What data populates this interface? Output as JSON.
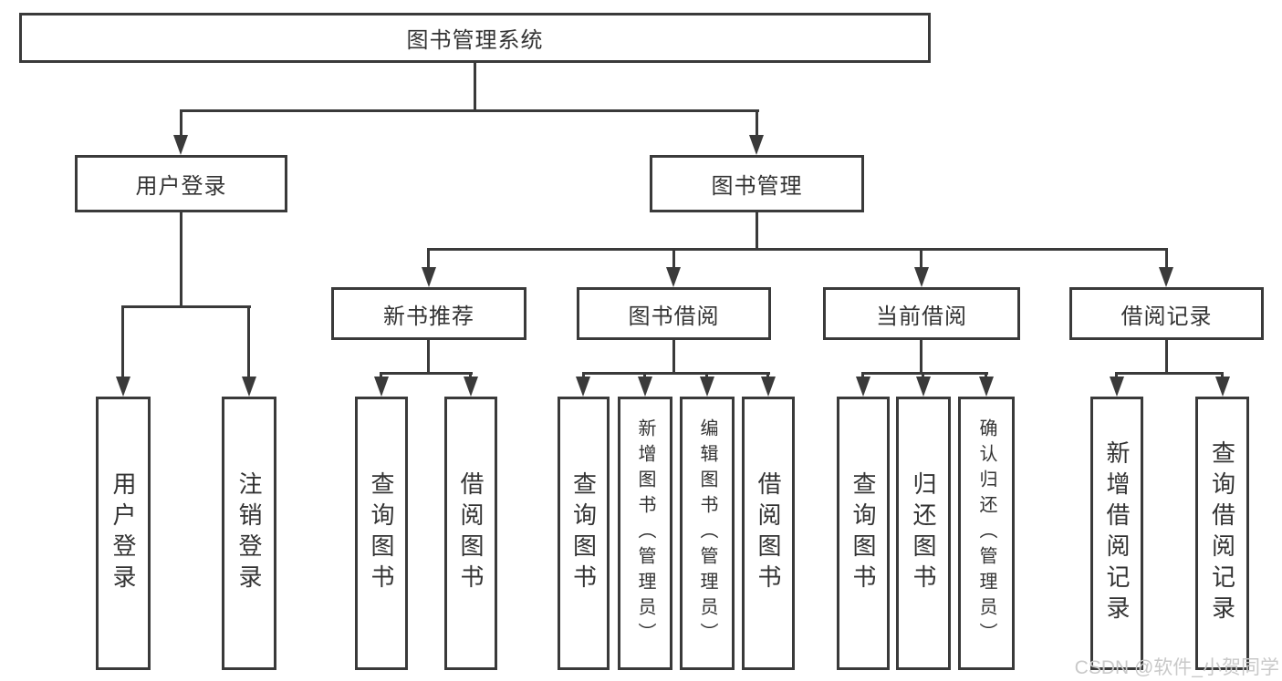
{
  "tree": {
    "root": {
      "label": "图书管理系统"
    },
    "level2": [
      {
        "label": "用户登录"
      },
      {
        "label": "图书管理"
      }
    ],
    "level3": [
      {
        "label": "新书推荐"
      },
      {
        "label": "图书借阅"
      },
      {
        "label": "当前借阅"
      },
      {
        "label": "借阅记录"
      }
    ],
    "leaves": {
      "user_login": [
        {
          "label": "用户登录"
        },
        {
          "label": "注销登录"
        }
      ],
      "new_books": [
        {
          "label": "查询图书"
        },
        {
          "label": "借阅图书"
        }
      ],
      "book_borrow": [
        {
          "label": "查询图书"
        },
        {
          "label": "新增图书（管理员）"
        },
        {
          "label": "编辑图书（管理员）"
        },
        {
          "label": "借阅图书"
        }
      ],
      "current_borrow": [
        {
          "label": "查询图书"
        },
        {
          "label": "归还图书"
        },
        {
          "label": "确认归还（管理员）"
        }
      ],
      "borrow_records": [
        {
          "label": "新增借阅记录"
        },
        {
          "label": "查询借阅记录"
        }
      ]
    }
  },
  "watermark": "CSDN @软件_小贺同学",
  "colors": {
    "line": "#3a3a3a",
    "text": "#333333",
    "background": "#ffffff",
    "watermark": "#c9c9c9"
  }
}
